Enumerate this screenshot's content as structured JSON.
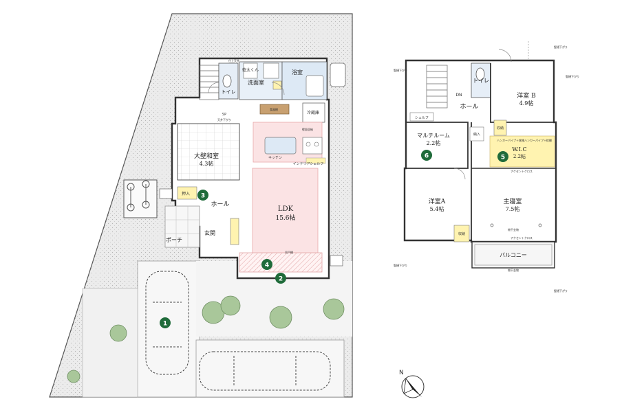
{
  "rooms": {
    "ldk": "LDK",
    "ldk_size": "15.6帖",
    "washitsu": "大壁和室",
    "washitsu_size": "4.3帖",
    "hall_1f": "ホール",
    "genkan": "玄関",
    "porch": "ポーチ",
    "senmen": "洗面室",
    "yokushitsu": "浴室",
    "toilet_1f": "トイレ",
    "kitchen": "キッチン",
    "oshiire": "押入",
    "kandou": "乾太くん",
    "hall_2f": "ホール",
    "toilet_2f": "トイレ",
    "youshitsu_b": "洋室 B",
    "youshitsu_b_size": "4.9帖",
    "multi": "マルチルーム",
    "multi_size": "2.2帖",
    "wic": "W.I.C",
    "wic_size": "2.2帖",
    "youshitsu_a": "洋室A",
    "youshitsu_a_size": "5.4帖",
    "shinshitsu": "主寝室",
    "shinshitsu_size": "7.5帖",
    "balcony": "バルコニー",
    "shuno_1": "収納",
    "shuno_2": "収納",
    "shuno_3": "収納",
    "nyu": "納入",
    "shelf": "シェルフ",
    "dn": "DN"
  },
  "notes": {
    "interior_shelf": "インテリアシェルフ",
    "accent_cross_1": "アクセントクロス",
    "accent_cross_2": "アクセントクロス",
    "hanger_pipe_1": "ハンガーパイプ＋枕棚",
    "hanger_pipe_2": "ハンガーパイプ＋枕棚",
    "monohoshi_1": "物干金物",
    "monohoshi_2": "物干金物",
    "gutter_1": "竪樋下がり",
    "gutter_2": "竪樋下がり",
    "gutter_3": "竪樋下がり",
    "gutter_4": "竪樋下がり",
    "gutter_5": "竪樋下がり",
    "reizouko": "冷蔵庫",
    "shokkidana": "食器棚",
    "kabeshuno": "壁面収納",
    "sp": "SP",
    "kamidana": "吊戸棚",
    "tenjo": "天井下がり",
    "hadouso": "仕上天井",
    "compass": "N"
  },
  "markers": [
    "1",
    "2",
    "3",
    "4",
    "5",
    "6"
  ],
  "colors": {
    "marker": "#1f6b3a",
    "ldk_fill": "#fbe3e4",
    "ldk_border": "#e8a8aa",
    "wall": "#3a3a3a",
    "yard": "#f3f3f3",
    "highlight": "#fff3b0",
    "tree": "#a9c79a",
    "water": "#dde9f5"
  }
}
